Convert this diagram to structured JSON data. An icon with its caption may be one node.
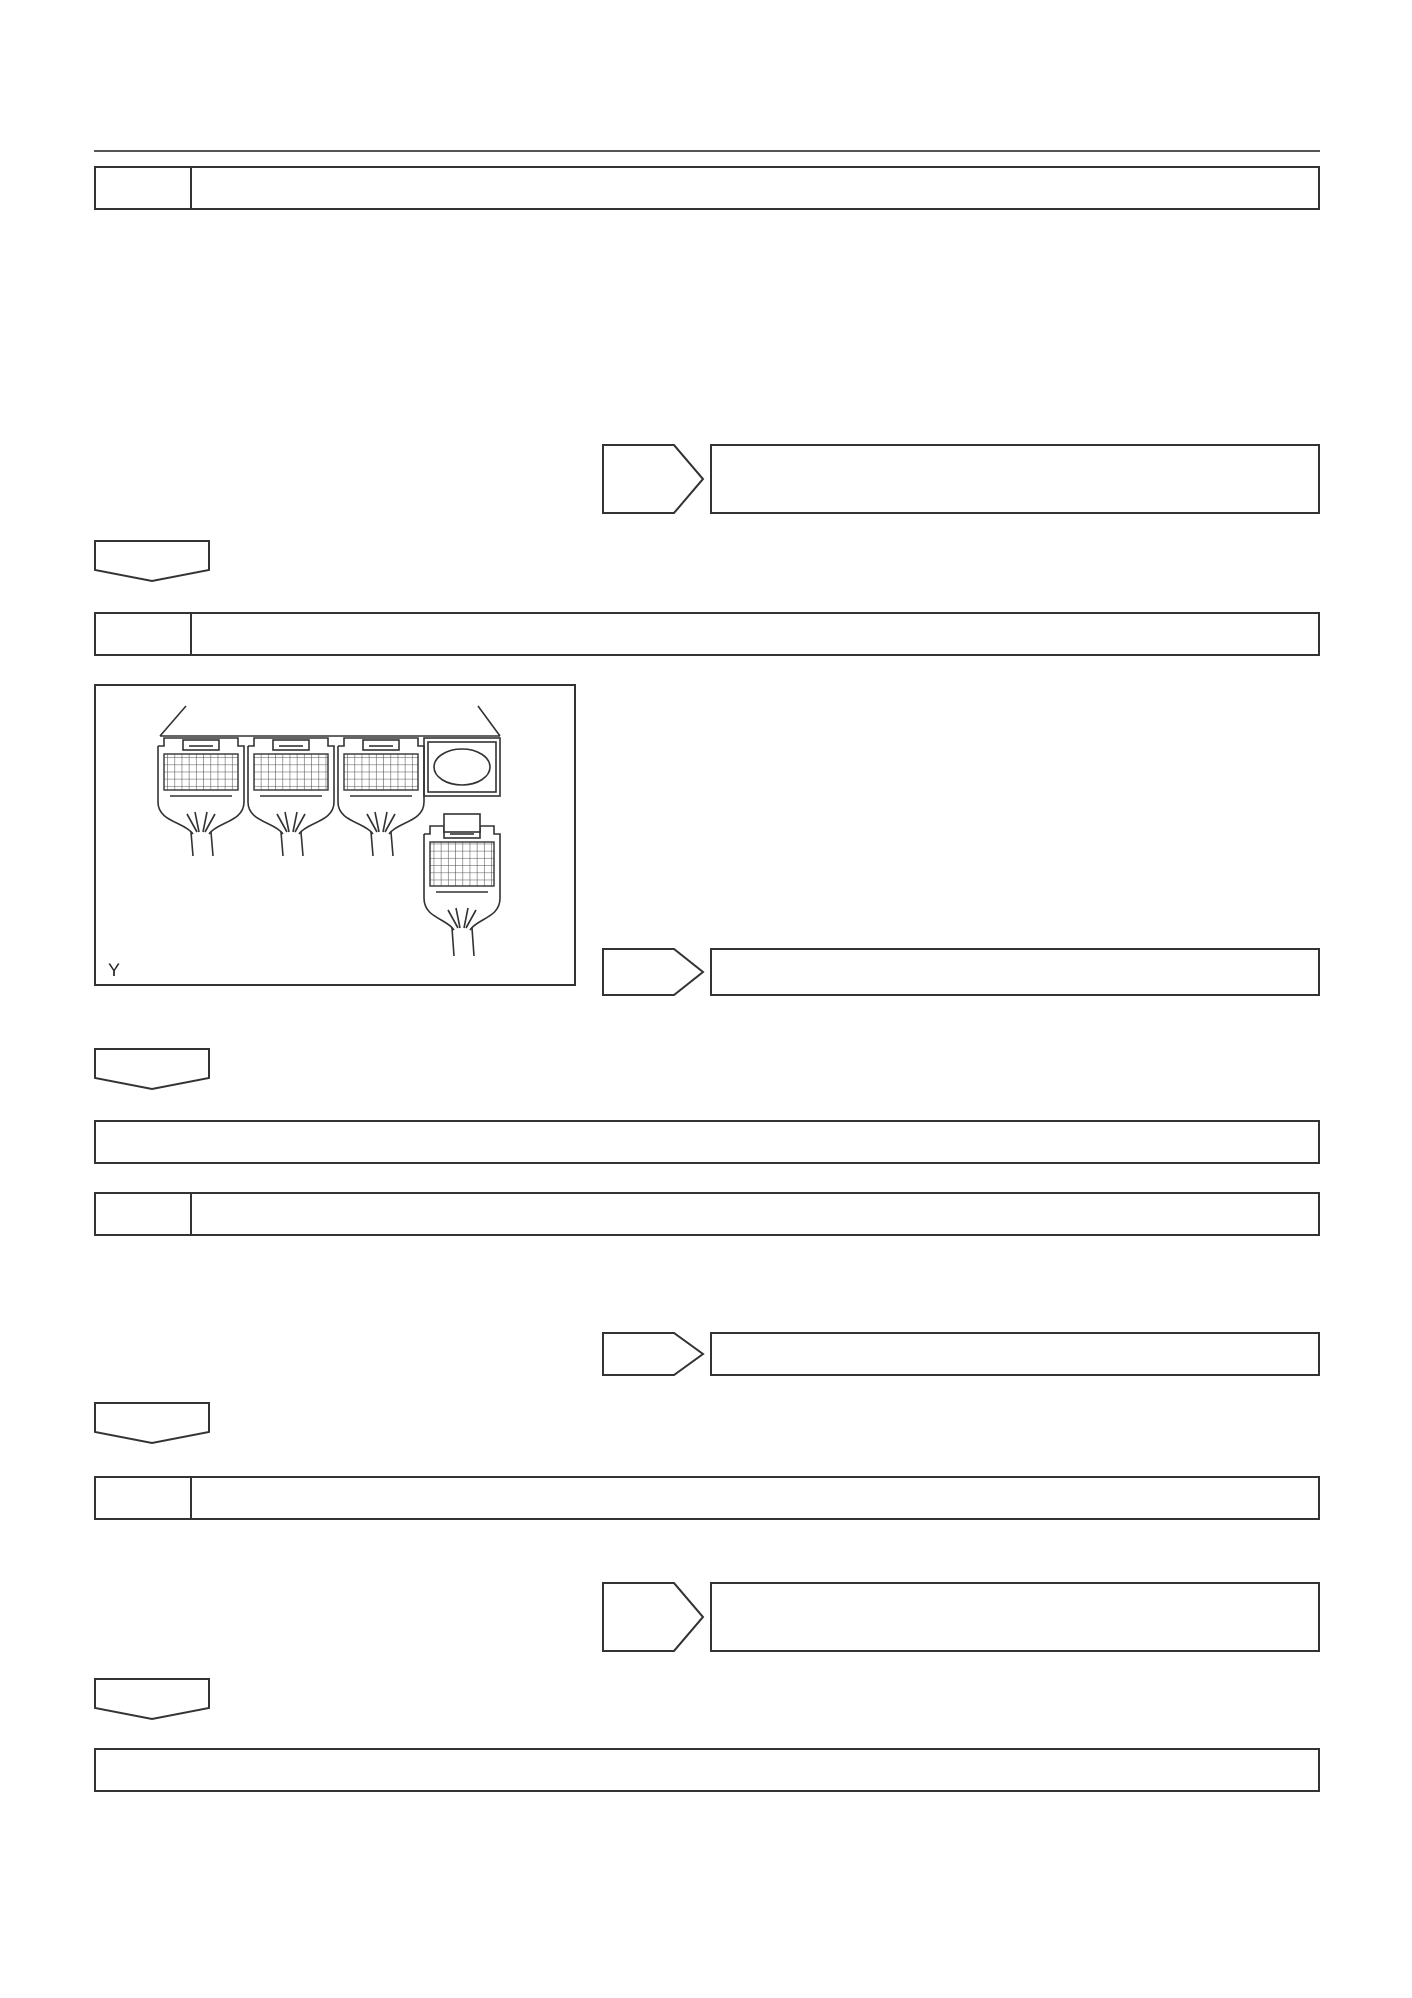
{
  "diagram": {
    "nodes": [
      {
        "text": [],
        "shape": "box"
      },
      {
        "text": [],
        "shape": "pentagon"
      },
      {
        "text": [],
        "shape": "box"
      },
      {
        "text": [],
        "shape": "pentagon"
      },
      {
        "text": [],
        "shape": "box"
      },
      {
        "text": [
          "Y"
        ]
      },
      {
        "text": [],
        "shape": "pentagon"
      },
      {
        "text": [],
        "shape": "box"
      },
      {
        "text": [],
        "shape": "pentagon"
      },
      {
        "text": [],
        "shape": "box"
      },
      {
        "text": [],
        "shape": "box"
      },
      {
        "text": [],
        "shape": "pentagon"
      },
      {
        "text": [],
        "shape": "box"
      },
      {
        "text": [],
        "shape": "pentagon"
      },
      {
        "text": [],
        "shape": "box"
      },
      {
        "text": [],
        "shape": "pentagon"
      },
      {
        "text": [],
        "shape": "box"
      },
      {
        "text": [],
        "shape": "pentagon"
      },
      {
        "text": [],
        "shape": "box"
      }
    ]
  }
}
